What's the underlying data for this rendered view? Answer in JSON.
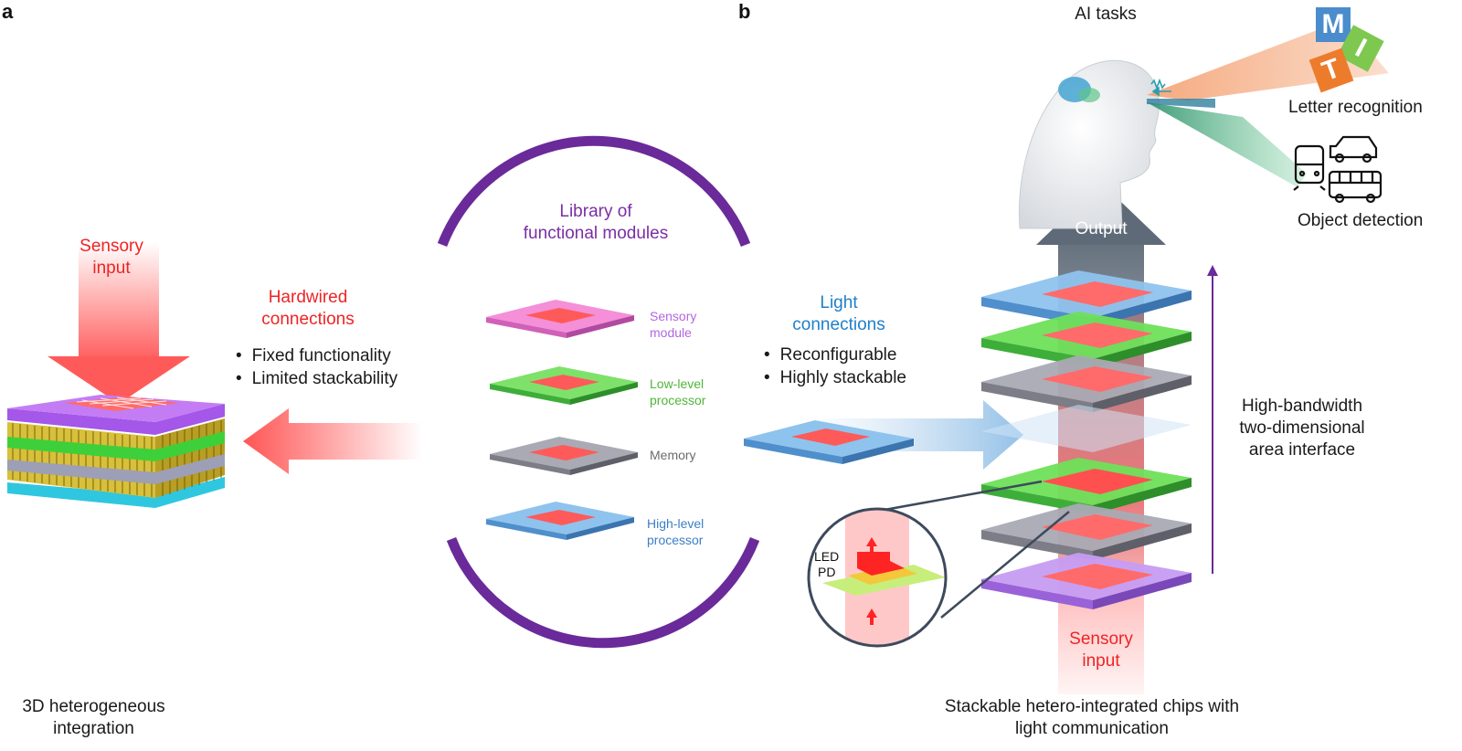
{
  "panels": {
    "a": "a",
    "b": "b"
  },
  "left": {
    "sensory_input": [
      "Sensory",
      "input"
    ],
    "hardwired": [
      "Hardwired",
      "connections"
    ],
    "bullets": [
      "Fixed functionality",
      "Limited stackability"
    ],
    "caption": [
      "3D heterogeneous",
      "integration"
    ]
  },
  "library": {
    "title": [
      "Library of",
      "functional modules"
    ],
    "modules": [
      {
        "label": [
          "Sensory",
          "module"
        ],
        "color": "#b466e0"
      },
      {
        "label": [
          "Low-level",
          "processor"
        ],
        "color": "#4fb53a"
      },
      {
        "label": [
          "Memory"
        ],
        "color": "#6b6b6b"
      },
      {
        "label": [
          "High-level",
          "processor"
        ],
        "color": "#3c7fc6"
      }
    ]
  },
  "right": {
    "light": [
      "Light",
      "connections"
    ],
    "bullets": [
      "Reconfigurable",
      "Highly stackable"
    ],
    "output": "Output",
    "interface": [
      "High-bandwidth",
      "two-dimensional",
      "area interface"
    ],
    "sensory_input": [
      "Sensory",
      "input"
    ],
    "led": "LED",
    "pd": "PD",
    "caption": [
      "Stackable hetero-integrated chips with",
      "light communication"
    ]
  },
  "ai": {
    "title": "AI tasks",
    "letter_recognition": "Letter recognition",
    "object_detection": "Object detection",
    "tiles": [
      {
        "letter": "M",
        "color": "#4a8ccc"
      },
      {
        "letter": "I",
        "color": "#7ec850"
      },
      {
        "letter": "T",
        "color": "#ec7c2c"
      }
    ]
  },
  "colors": {
    "red": "#ee2424",
    "blue": "#1f7fc9",
    "purple": "#6a2a9a"
  }
}
